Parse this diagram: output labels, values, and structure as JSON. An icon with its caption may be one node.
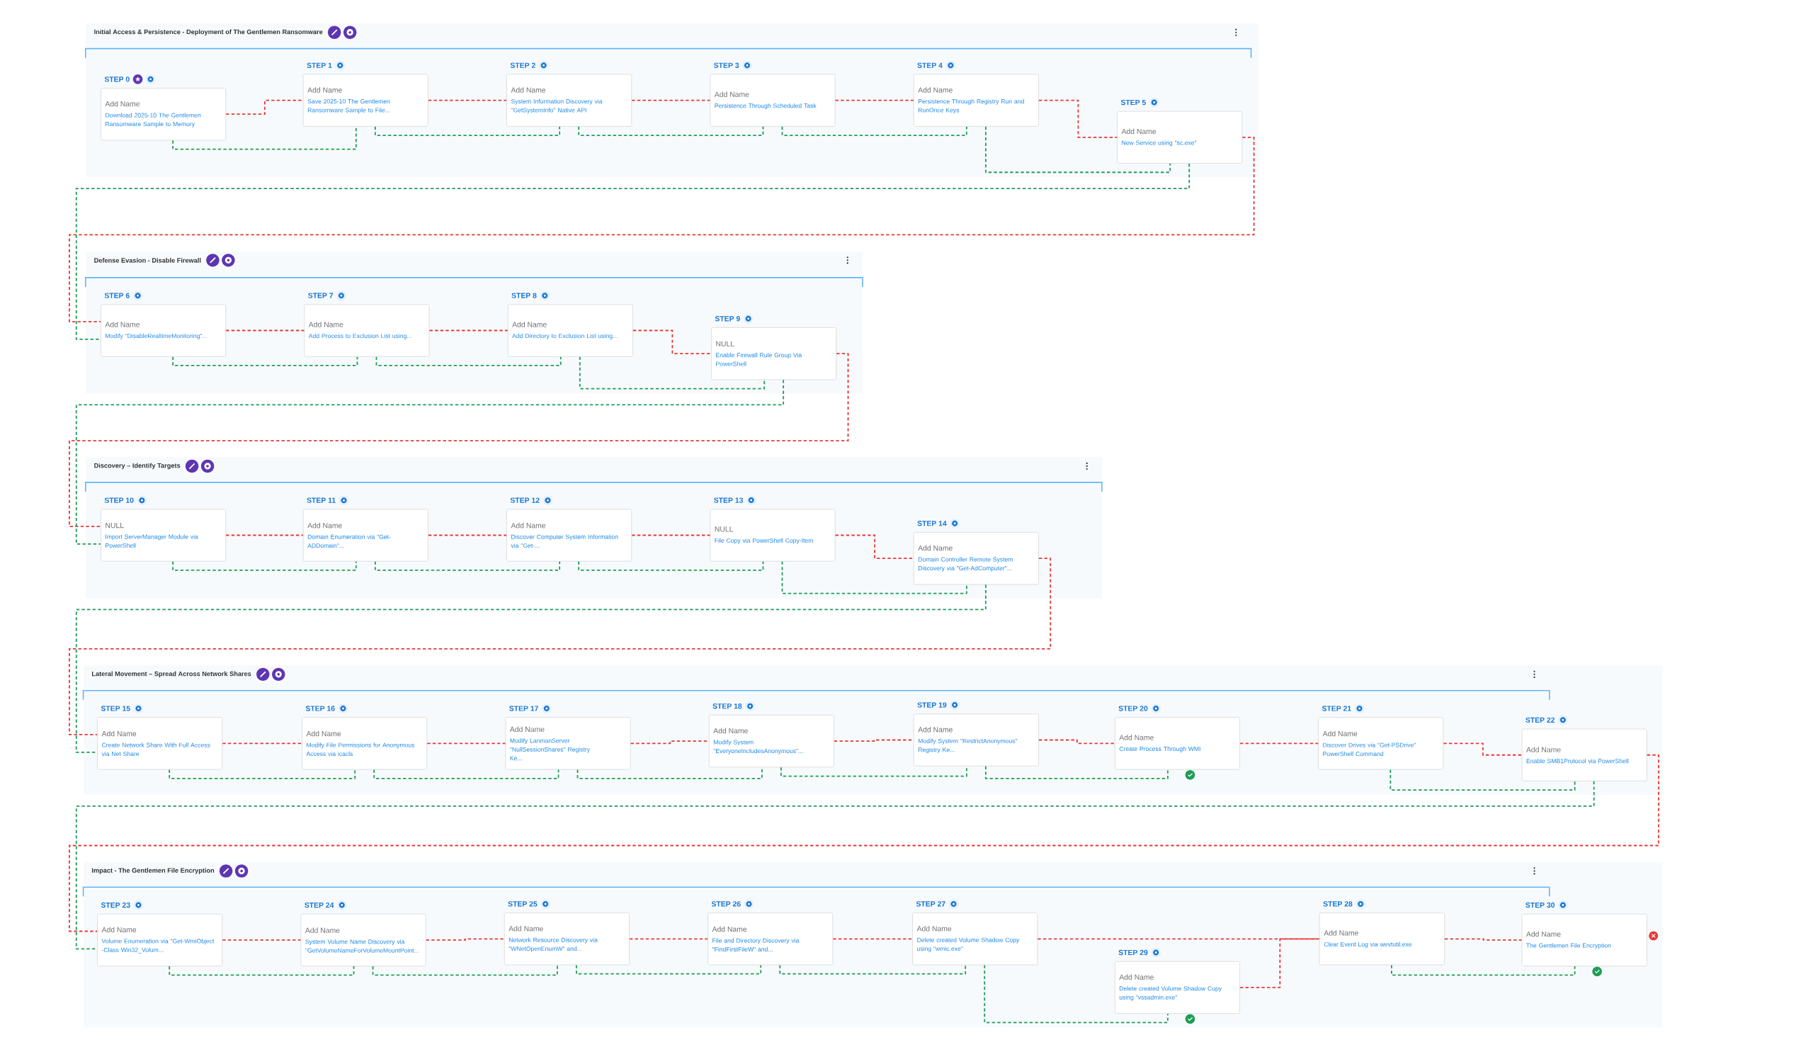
{
  "diagram": {
    "nodes": [
      {
        "text": [
          "Initial Access & Persistence - Deployment of The Gentlemen Ransomware"
        ]
      },
      {
        "text": [
          "STEP 0",
          "Add Name",
          "Download 2025-10 The Gentlemen Ransomware Sample to Memory"
        ],
        "in": 0
      },
      {
        "text": [
          "STEP 1",
          "Add Name",
          "Save 2025-10 The Gentlemen Ransomware Sample to File..."
        ],
        "in": 0
      },
      {
        "text": [
          "STEP 2",
          "Add Name",
          "System Information Discovery via \"GetSystemInfo\" Native API"
        ],
        "in": 0
      },
      {
        "text": [
          "STEP 3",
          "Add Name",
          "Persistence Through Scheduled Task"
        ],
        "in": 0
      },
      {
        "text": [
          "STEP 4",
          "Add Name",
          "Persistence Through Registry Run and RunOnce Keys"
        ],
        "in": 0
      },
      {
        "text": [
          "STEP 5",
          "Add Name",
          "New Service using \"sc.exe\""
        ],
        "in": 0
      },
      {
        "text": [
          "Defense Evasion - Disable Firewall"
        ]
      },
      {
        "text": [
          "STEP 6",
          "Add Name",
          "Modify \"DisableRealtimeMonitoring\"..."
        ],
        "in": 7
      },
      {
        "text": [
          "STEP 7",
          "Add Name",
          "Add Process to Exclusion List using..."
        ],
        "in": 7
      },
      {
        "text": [
          "STEP 8",
          "Add Name",
          "Add Directory to Exclusion List using..."
        ],
        "in": 7
      },
      {
        "text": [
          "STEP 9",
          "NULL",
          "Enable Firewall Rule Group Via PowerShell"
        ],
        "in": 7
      },
      {
        "text": [
          "Discovery – Identify Targets"
        ]
      },
      {
        "text": [
          "STEP 10",
          "NULL",
          "Import ServerManager Module via PowerShell"
        ],
        "in": 12
      },
      {
        "text": [
          "STEP 11",
          "Add Name",
          "Domain Enumeration via \"Get-ADDomain\"..."
        ],
        "in": 12
      },
      {
        "text": [
          "STEP 12",
          "Add Name",
          "Discover Computer System Information via \"Get-..."
        ],
        "in": 12
      },
      {
        "text": [
          "STEP 13",
          "NULL",
          "File Copy via PowerShell Copy-Item"
        ],
        "in": 12
      },
      {
        "text": [
          "STEP 14",
          "Add Name",
          "Domain Controller Remote System Discovery via \"Get-AdComputer\"..."
        ],
        "in": 12
      },
      {
        "text": [
          "Lateral Movement – Spread Across Network Shares"
        ]
      },
      {
        "text": [
          "STEP 15",
          "Add Name",
          "Create Network Share With Full Access via Net Share"
        ],
        "in": 18
      },
      {
        "text": [
          "STEP 16",
          "Add Name",
          "Modify File Permissions for Anonymous Access via icacls"
        ],
        "in": 18
      },
      {
        "text": [
          "STEP 17",
          "Add Name",
          "Modify LanmanServer \"NullSessionShares\" Registry Ke..."
        ],
        "in": 18
      },
      {
        "text": [
          "STEP 18",
          "Add Name",
          "Modify System \"EveryoneIncludesAnonymous\"..."
        ],
        "in": 18
      },
      {
        "text": [
          "STEP 19",
          "Add Name",
          "Modify System \"RestrictAnonymous\" Registry Ke..."
        ],
        "in": 18
      },
      {
        "text": [
          "STEP 20",
          "Add Name",
          "Create Process Through WMI"
        ],
        "in": 18
      },
      {
        "text": [
          "STEP 21",
          "Add Name",
          "Discover Drives via \"Get-PSDrive\" PowerShell Command"
        ],
        "in": 18
      },
      {
        "text": [
          "STEP 22",
          "Add Name",
          "Enable SMB1Protocol via PowerShell"
        ],
        "in": 18
      },
      {
        "text": [
          "Impact - The Gentlemen File Encryption"
        ]
      },
      {
        "text": [
          "STEP 23",
          "Add Name",
          "Volume Enumeration via \"Get-WmiObject -Class Win32_Volum..."
        ],
        "in": 27
      },
      {
        "text": [
          "STEP 24",
          "Add Name",
          "System Volume Name Discovery via \"GetVolumeNameForVolumeMountPoint..."
        ],
        "in": 27
      },
      {
        "text": [
          "STEP 25",
          "Add Name",
          "Network Resource Discovery via \"WNetOpenEnumW\" and..."
        ],
        "in": 27
      },
      {
        "text": [
          "STEP 26",
          "Add Name",
          "File and Directory Discovery via \"FindFirstFileW\" and..."
        ],
        "in": 27
      },
      {
        "text": [
          "STEP 27",
          "Add Name",
          "Delete created Volume Shadow Copy using \"wmic.exe\""
        ],
        "in": 27
      },
      {
        "text": [
          "STEP 28",
          "Add Name",
          "Clear Event Log via wevtutil.exe"
        ],
        "in": 27
      },
      {
        "text": [
          "STEP 29",
          "Add Name",
          "Delete created Volume Shadow Copy using \"vssadmin.exe\""
        ],
        "in": 27
      },
      {
        "text": [
          "STEP 30",
          "Add Name",
          "The Gentlemen File Encryption"
        ],
        "in": 27
      }
    ],
    "edges": [
      {
        "from": 1,
        "to": 2,
        "arrow": "none",
        "style": "dashed",
        "color": "#e53935"
      },
      {
        "from": 2,
        "to": 3,
        "arrow": "none",
        "style": "dashed",
        "color": "#e53935"
      },
      {
        "from": 3,
        "to": 4,
        "arrow": "none",
        "style": "dashed",
        "color": "#e53935"
      },
      {
        "from": 4,
        "to": 5,
        "arrow": "none",
        "style": "dashed",
        "color": "#e53935"
      },
      {
        "from": 5,
        "to": 6,
        "arrow": "none",
        "style": "dashed",
        "color": "#e53935"
      },
      {
        "from": 6,
        "to": 8,
        "arrow": "none",
        "style": "dashed",
        "color": "#e53935"
      },
      {
        "from": 8,
        "to": 9,
        "arrow": "none",
        "style": "dashed",
        "color": "#e53935"
      },
      {
        "from": 9,
        "to": 10,
        "arrow": "none",
        "style": "dashed",
        "color": "#e53935"
      },
      {
        "from": 10,
        "to": 11,
        "arrow": "none",
        "style": "dashed",
        "color": "#e53935"
      },
      {
        "from": 11,
        "to": 13,
        "arrow": "none",
        "style": "dashed",
        "color": "#e53935"
      },
      {
        "from": 13,
        "to": 14,
        "arrow": "none",
        "style": "dashed",
        "color": "#e53935"
      },
      {
        "from": 14,
        "to": 15,
        "arrow": "none",
        "style": "dashed",
        "color": "#e53935"
      },
      {
        "from": 15,
        "to": 16,
        "arrow": "none",
        "style": "dashed",
        "color": "#e53935"
      },
      {
        "from": 16,
        "to": 17,
        "arrow": "none",
        "style": "dashed",
        "color": "#e53935"
      },
      {
        "from": 17,
        "to": 19,
        "arrow": "none",
        "style": "dashed",
        "color": "#e53935"
      },
      {
        "from": 19,
        "to": 20,
        "arrow": "none",
        "style": "dashed",
        "color": "#e53935"
      },
      {
        "from": 20,
        "to": 21,
        "arrow": "none",
        "style": "dashed",
        "color": "#e53935"
      },
      {
        "from": 21,
        "to": 22,
        "arrow": "none",
        "style": "dashed",
        "color": "#e53935"
      },
      {
        "from": 22,
        "to": 23,
        "arrow": "none",
        "style": "dashed",
        "color": "#e53935"
      },
      {
        "from": 23,
        "to": 24,
        "arrow": "none",
        "style": "dashed",
        "color": "#e53935"
      },
      {
        "from": 24,
        "to": 25,
        "arrow": "none",
        "style": "dashed",
        "color": "#e53935"
      },
      {
        "from": 25,
        "to": 26,
        "arrow": "none",
        "style": "dashed",
        "color": "#e53935"
      },
      {
        "from": 26,
        "to": 28,
        "arrow": "none",
        "style": "dashed",
        "color": "#e53935"
      },
      {
        "from": 28,
        "to": 29,
        "arrow": "none",
        "style": "dashed",
        "color": "#e53935"
      },
      {
        "from": 29,
        "to": 30,
        "arrow": "none",
        "style": "dashed",
        "color": "#e53935"
      },
      {
        "from": 30,
        "to": 31,
        "arrow": "none",
        "style": "dashed",
        "color": "#e53935"
      },
      {
        "from": 31,
        "to": 32,
        "arrow": "none",
        "style": "dashed",
        "color": "#e53935"
      },
      {
        "from": 32,
        "to": 33,
        "arrow": "none",
        "style": "dashed",
        "color": "#e53935"
      },
      {
        "from": 34,
        "to": 33,
        "arrow": "none",
        "style": "dashed",
        "color": "#e53935"
      },
      {
        "from": 33,
        "to": 35,
        "arrow": "none",
        "style": "dashed",
        "color": "#e53935"
      },
      {
        "from": 1,
        "to": 2,
        "arrow": "none",
        "style": "dashed",
        "color": "#1f9d55"
      },
      {
        "from": 2,
        "to": 3,
        "arrow": "none",
        "style": "dashed",
        "color": "#1f9d55"
      },
      {
        "from": 3,
        "to": 4,
        "arrow": "none",
        "style": "dashed",
        "color": "#1f9d55"
      },
      {
        "from": 4,
        "to": 5,
        "arrow": "none",
        "style": "dashed",
        "color": "#1f9d55"
      },
      {
        "from": 5,
        "to": 6,
        "arrow": "none",
        "style": "dashed",
        "color": "#1f9d55"
      },
      {
        "from": 6,
        "to": 8,
        "arrow": "none",
        "style": "dashed",
        "color": "#1f9d55"
      },
      {
        "from": 8,
        "to": 9,
        "arrow": "none",
        "style": "dashed",
        "color": "#1f9d55"
      },
      {
        "from": 9,
        "to": 10,
        "arrow": "none",
        "style": "dashed",
        "color": "#1f9d55"
      },
      {
        "from": 10,
        "to": 11,
        "arrow": "none",
        "style": "dashed",
        "color": "#1f9d55"
      },
      {
        "from": 11,
        "to": 13,
        "arrow": "none",
        "style": "dashed",
        "color": "#1f9d55"
      },
      {
        "from": 13,
        "to": 14,
        "arrow": "none",
        "style": "dashed",
        "color": "#1f9d55"
      },
      {
        "from": 14,
        "to": 15,
        "arrow": "none",
        "style": "dashed",
        "color": "#1f9d55"
      },
      {
        "from": 15,
        "to": 16,
        "arrow": "none",
        "style": "dashed",
        "color": "#1f9d55"
      },
      {
        "from": 16,
        "to": 17,
        "arrow": "none",
        "style": "dashed",
        "color": "#1f9d55"
      },
      {
        "from": 17,
        "to": 19,
        "arrow": "none",
        "style": "dashed",
        "color": "#1f9d55"
      },
      {
        "from": 19,
        "to": 20,
        "arrow": "none",
        "style": "dashed",
        "color": "#1f9d55"
      },
      {
        "from": 20,
        "to": 21,
        "arrow": "none",
        "style": "dashed",
        "color": "#1f9d55"
      },
      {
        "from": 21,
        "to": 22,
        "arrow": "none",
        "style": "dashed",
        "color": "#1f9d55"
      },
      {
        "from": 22,
        "to": 23,
        "arrow": "none",
        "style": "dashed",
        "color": "#1f9d55"
      },
      {
        "from": 23,
        "to": 24,
        "arrow": "none",
        "style": "dashed",
        "color": "#1f9d55"
      },
      {
        "from": 25,
        "to": 26,
        "arrow": "none",
        "style": "dashed",
        "color": "#1f9d55"
      },
      {
        "from": 26,
        "to": 28,
        "arrow": "none",
        "style": "dashed",
        "color": "#1f9d55"
      },
      {
        "from": 28,
        "to": 29,
        "arrow": "none",
        "style": "dashed",
        "color": "#1f9d55"
      },
      {
        "from": 29,
        "to": 30,
        "arrow": "none",
        "style": "dashed",
        "color": "#1f9d55"
      },
      {
        "from": 30,
        "to": 31,
        "arrow": "none",
        "style": "dashed",
        "color": "#1f9d55"
      },
      {
        "from": 31,
        "to": 32,
        "arrow": "none",
        "style": "dashed",
        "color": "#1f9d55"
      },
      {
        "from": 32,
        "to": 34,
        "arrow": "none",
        "style": "dashed",
        "color": "#1f9d55"
      },
      {
        "from": 33,
        "to": 35,
        "arrow": "none",
        "style": "dashed",
        "color": "#1f9d55"
      }
    ]
  }
}
